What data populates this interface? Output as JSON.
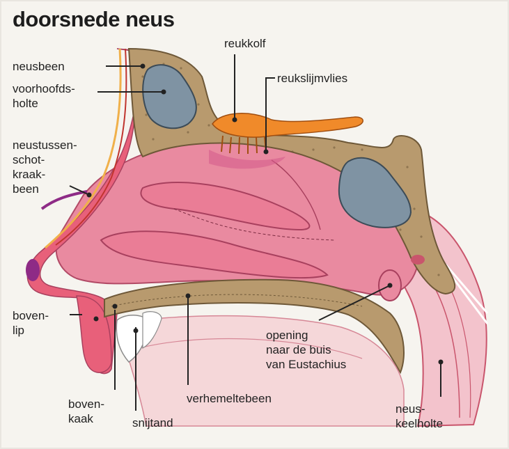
{
  "title": "doorsnede neus",
  "labels": {
    "neusbeen": "neusbeen",
    "voorhoofdsholte": "voorhoofds-\nholte",
    "reukkolf": "reukkolf",
    "reukslijmvlies": "reukslijmvlies",
    "neustussenschot": "neustussen-\nschot-\nkraak-\nbeen",
    "bovenlip": "boven-\nlip",
    "bovenkaak": "boven-\nkaak",
    "snijtand": "snijtand",
    "verhemeltebeen": "verhemeltebeen",
    "opening": "opening\nnaar de buis\nvan Eustachius",
    "neuskeelholte": "neus-\nkeelholte"
  },
  "colors": {
    "skin": "#e8607a",
    "mucosa": "#e98aa0",
    "bone": "#b89a6e",
    "sinus": "#7f93a3",
    "olfactory_bulb": "#f08a2a",
    "cartilage_edge": "#8e2b86"
  }
}
